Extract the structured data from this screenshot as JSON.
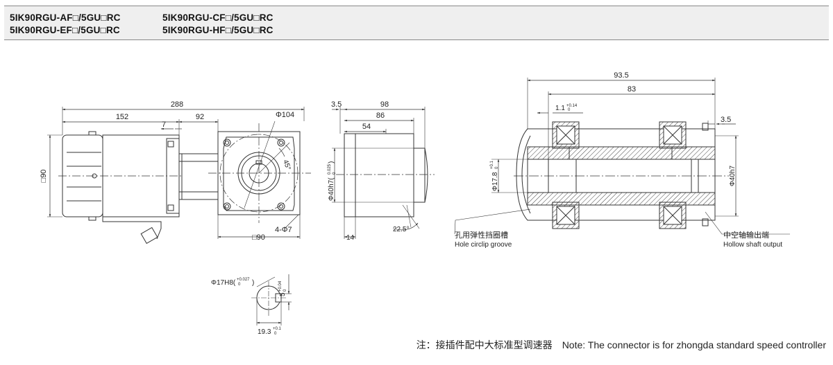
{
  "header": {
    "models": [
      "5IK90RGU-AF□/5GU□RC",
      "5IK90RGU-CF□/5GU□RC",
      "5IK90RGU-EF□/5GU□RC",
      "5IK90RGU-HF□/5GU□RC"
    ]
  },
  "side_view": {
    "dim_total": "288",
    "dim_motor": "152",
    "dim_gear": "92",
    "dim_flange": "7",
    "dim_height": "□90"
  },
  "front_view": {
    "dim_circle": "Φ104",
    "dim_angle": "45°",
    "dim_holes": "4-Φ7",
    "dim_square": "□90"
  },
  "gearhead_view": {
    "dim_3_5": "3.5",
    "dim_98": "98",
    "dim_86": "86",
    "dim_54": "54",
    "dim_14": "14",
    "dim_shaft": "Φ40h7(",
    "dim_shaft_tol": "0.025",
    "dim_shaft_tol2": "0",
    "dim_angle": "22.5°"
  },
  "section_view": {
    "dim_93_5": "93.5",
    "dim_83": "83",
    "dim_1_1": "1.1",
    "dim_1_1_tol": "+0.14",
    "dim_1_1_tol2": "0",
    "dim_3_5": "3.5",
    "dim_bore": "Φ17.8",
    "dim_bore_tol": "+0.1",
    "dim_bore_tol2": "0",
    "dim_outer": "Φ40h7",
    "label_circlip_cn": "孔用弹性挡圈槽",
    "label_circlip_en": "Hole circlip groove",
    "label_hollow_cn": "中空轴输出端",
    "label_hollow_en": "Hollow shaft output"
  },
  "bore_detail": {
    "dim_bore": "Φ17H8(",
    "dim_bore_tol": "+0.027",
    "dim_bore_tol2": "0",
    "dim_key": "5",
    "dim_key_tol": "+0.04",
    "dim_key_tol2": "0",
    "dim_width": "19.3",
    "dim_width_tol": "+0.1",
    "dim_width_tol2": "0"
  },
  "note": {
    "cn": "注：接插件配中大标准型调速器",
    "en": "Note: The connector is for zhongda standard speed controller"
  }
}
